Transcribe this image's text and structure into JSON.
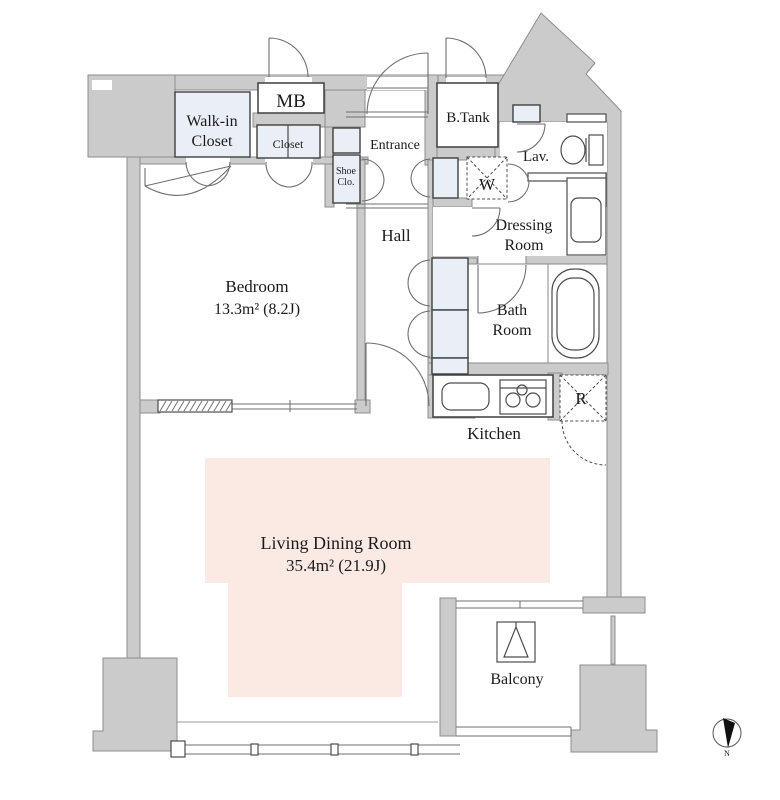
{
  "title": "Apartment Floor Plan",
  "colors": {
    "wall": "#cbcbcb",
    "wall_border": "#8e8e8e",
    "closet_fill": "#e9eef7",
    "living_fill": "#fbe9e4",
    "line": "#4c4c4c",
    "text_color": "#1b1b1b",
    "background": "#ffffff"
  },
  "rooms": {
    "bedroom": {
      "name": "Bedroom",
      "area": "13.3m² (8.2J)"
    },
    "living_dining": {
      "name": "Living Dining Room",
      "area": "35.4m² (21.9J)"
    },
    "walk_in_closet": {
      "name_line1": "Walk-in",
      "name_line2": "Closet"
    },
    "closet": {
      "name": "Closet"
    },
    "mb": {
      "name": "MB"
    },
    "shoe_closet": {
      "name_line1": "Shoe",
      "name_line2": "Clo."
    },
    "entrance": {
      "name": "Entrance"
    },
    "hall": {
      "name": "Hall"
    },
    "b_tank": {
      "name": "B.Tank"
    },
    "lavatory": {
      "name": "Lav."
    },
    "washing_machine": {
      "name": "W"
    },
    "dressing_room": {
      "name_line1": "Dressing",
      "name_line2": "Room"
    },
    "bath_room": {
      "name_line1": "Bath",
      "name_line2": "Room"
    },
    "kitchen": {
      "name": "Kitchen"
    },
    "refrigerator": {
      "name": "R"
    },
    "balcony": {
      "name": "Balcony"
    }
  },
  "compass": {
    "north": "N"
  }
}
